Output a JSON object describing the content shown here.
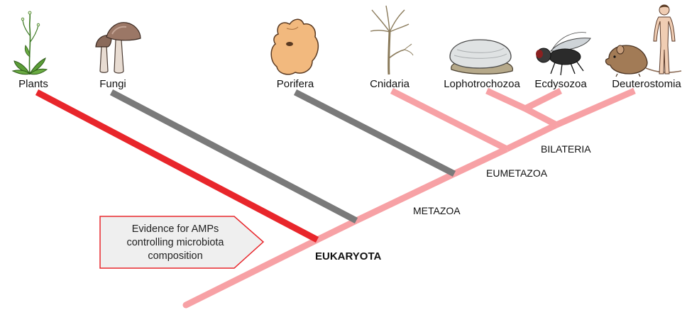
{
  "taxa": {
    "plants": "Plants",
    "fungi": "Fungi",
    "porifera": "Porifera",
    "cnidaria": "Cnidaria",
    "lophotrochozoa": "Lophotrochozoa",
    "ecdysozoa": "Ecdysozoa",
    "deuterostomia": "Deuterostomia"
  },
  "clades": {
    "bilateria": "BILATERIA",
    "eumetazoa": "EUMETAZOA",
    "metazoa": "METAZOA",
    "eukaryota": "EUKARYOTA"
  },
  "callout": {
    "line1": "Evidence for AMPs",
    "line2": "controlling microbiota",
    "line3": "composition"
  },
  "colors": {
    "evidence_branch": "#e8262b",
    "other_branch": "#7a7a7a",
    "metazoa_branch": "#f7a1a5",
    "eukaryota_label": "#e8262b",
    "callout_border": "#e8262b",
    "callout_fill": "#efefef"
  },
  "icons": [
    "plant-icon",
    "mushroom-icon",
    "sponge-icon",
    "hydra-icon",
    "clam-icon",
    "fly-icon",
    "mouse-icon",
    "human-icon"
  ]
}
